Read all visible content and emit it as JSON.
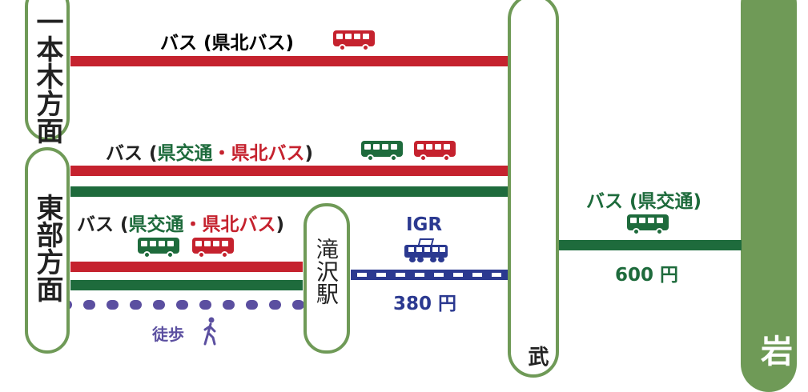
{
  "stations": {
    "ipponki": "一本木方面",
    "higashibu": "東部方面",
    "takizawa": "滝沢駅",
    "bottom_center": "武",
    "right": "岩"
  },
  "routes": {
    "top": {
      "prefix": "バス (",
      "operator_red": "県北バス",
      "suffix": ")"
    },
    "middle": {
      "prefix": "バス (",
      "operator_green": "県交通",
      "sep": "・",
      "operator_red": "県北バス",
      "suffix": ")"
    },
    "lower": {
      "prefix": "バス (",
      "operator_green": "県交通",
      "sep": "・",
      "operator_red": "県北バス",
      "suffix": ")"
    },
    "right": {
      "prefix": "バス (",
      "operator_green": "県交通",
      "suffix": ")",
      "fare": "600 円"
    },
    "igr": {
      "name": "IGR",
      "fare": "380 円"
    },
    "walk": {
      "label": "徒歩"
    }
  },
  "colors": {
    "red": "#c5222e",
    "green": "#1e6b3c",
    "blue": "#2b3990",
    "purple": "#5b4fa0",
    "pill_border": "#6f9a57"
  },
  "icons": [
    "bus-icon",
    "train-icon",
    "walking-person-icon"
  ]
}
